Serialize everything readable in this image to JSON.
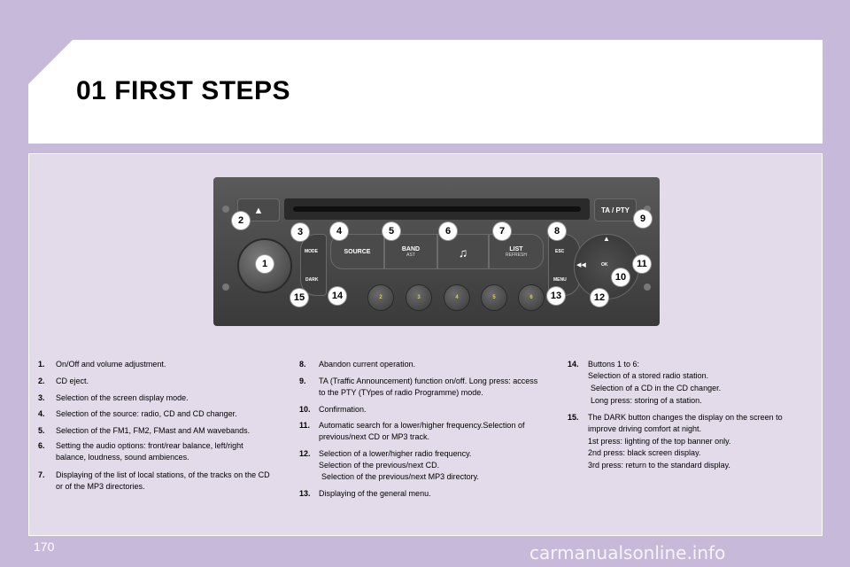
{
  "page": {
    "title": "01 FIRST STEPS",
    "number": "170",
    "watermark": "carmanualsonline.info"
  },
  "radio": {
    "eject_symbol": "▲",
    "ta_label": "TA / PTY",
    "mode_label": "MODE",
    "dark_label": "DARK",
    "source_label": "SOURCE",
    "band_label": "BAND",
    "band_sub": "AST",
    "music_icon": "♫",
    "list_label": "LIST",
    "list_sub": "REFRESH",
    "esc_label": "ESC",
    "menu_label": "MENU",
    "ok_label": "OK",
    "up_icon": "▲",
    "left_icon": "◀◀",
    "presets": [
      "2",
      "3",
      "4",
      "5",
      "6"
    ],
    "callouts": [
      "1",
      "2",
      "3",
      "4",
      "5",
      "6",
      "7",
      "8",
      "9",
      "10",
      "11",
      "12",
      "13",
      "14",
      "15"
    ]
  },
  "legend": [
    {
      "num": "1.",
      "lines": [
        "On/Off and volume adjustment."
      ]
    },
    {
      "num": "2.",
      "lines": [
        "CD eject."
      ]
    },
    {
      "num": "3.",
      "lines": [
        "Selection of the screen display mode."
      ]
    },
    {
      "num": "4.",
      "lines": [
        "Selection of the source: radio, CD and CD changer."
      ]
    },
    {
      "num": "5.",
      "lines": [
        "Selection of the FM1, FM2, FMast and AM wavebands."
      ]
    },
    {
      "num": "6.",
      "lines": [
        "Setting the audio options: front/rear balance, left/right",
        "balance, loudness, sound ambiences."
      ]
    },
    {
      "num": "7.",
      "lines": [
        "Displaying of the list of local stations, of the tracks on the CD",
        "or of the MP3 directories."
      ]
    },
    {
      "num": "8.",
      "lines": [
        "Abandon current operation."
      ]
    },
    {
      "num": "9.",
      "lines": [
        "TA (Traffic Announcement) function on/off. Long press: access",
        "to the PTY (TYpes of radio Programme) mode."
      ]
    },
    {
      "num": "10.",
      "lines": [
        "Confirmation."
      ]
    },
    {
      "num": "11.",
      "lines": [
        "Automatic search for a lower/higher frequency.Selection of",
        "previous/next CD or MP3 track."
      ]
    },
    {
      "num": "12.",
      "lines": [
        "Selection of a lower/higher radio frequency.",
        "Selection of the previous/next CD.",
        " Selection of the previous/next MP3 directory."
      ]
    },
    {
      "num": "13.",
      "lines": [
        "Displaying of the general menu."
      ]
    },
    {
      "num": "14.",
      "lines": [
        "Buttons 1 to 6:",
        "Selection of a stored radio station.",
        " Selection of a CD in the CD changer.",
        " Long press: storing of a station."
      ]
    },
    {
      "num": "15.",
      "lines": [
        "The DARK button changes the display on the screen to",
        "improve driving comfort at night.",
        "1st press: lighting of the top banner only.",
        "2nd press: black screen display.",
        "3rd press: return to the standard display."
      ]
    }
  ]
}
